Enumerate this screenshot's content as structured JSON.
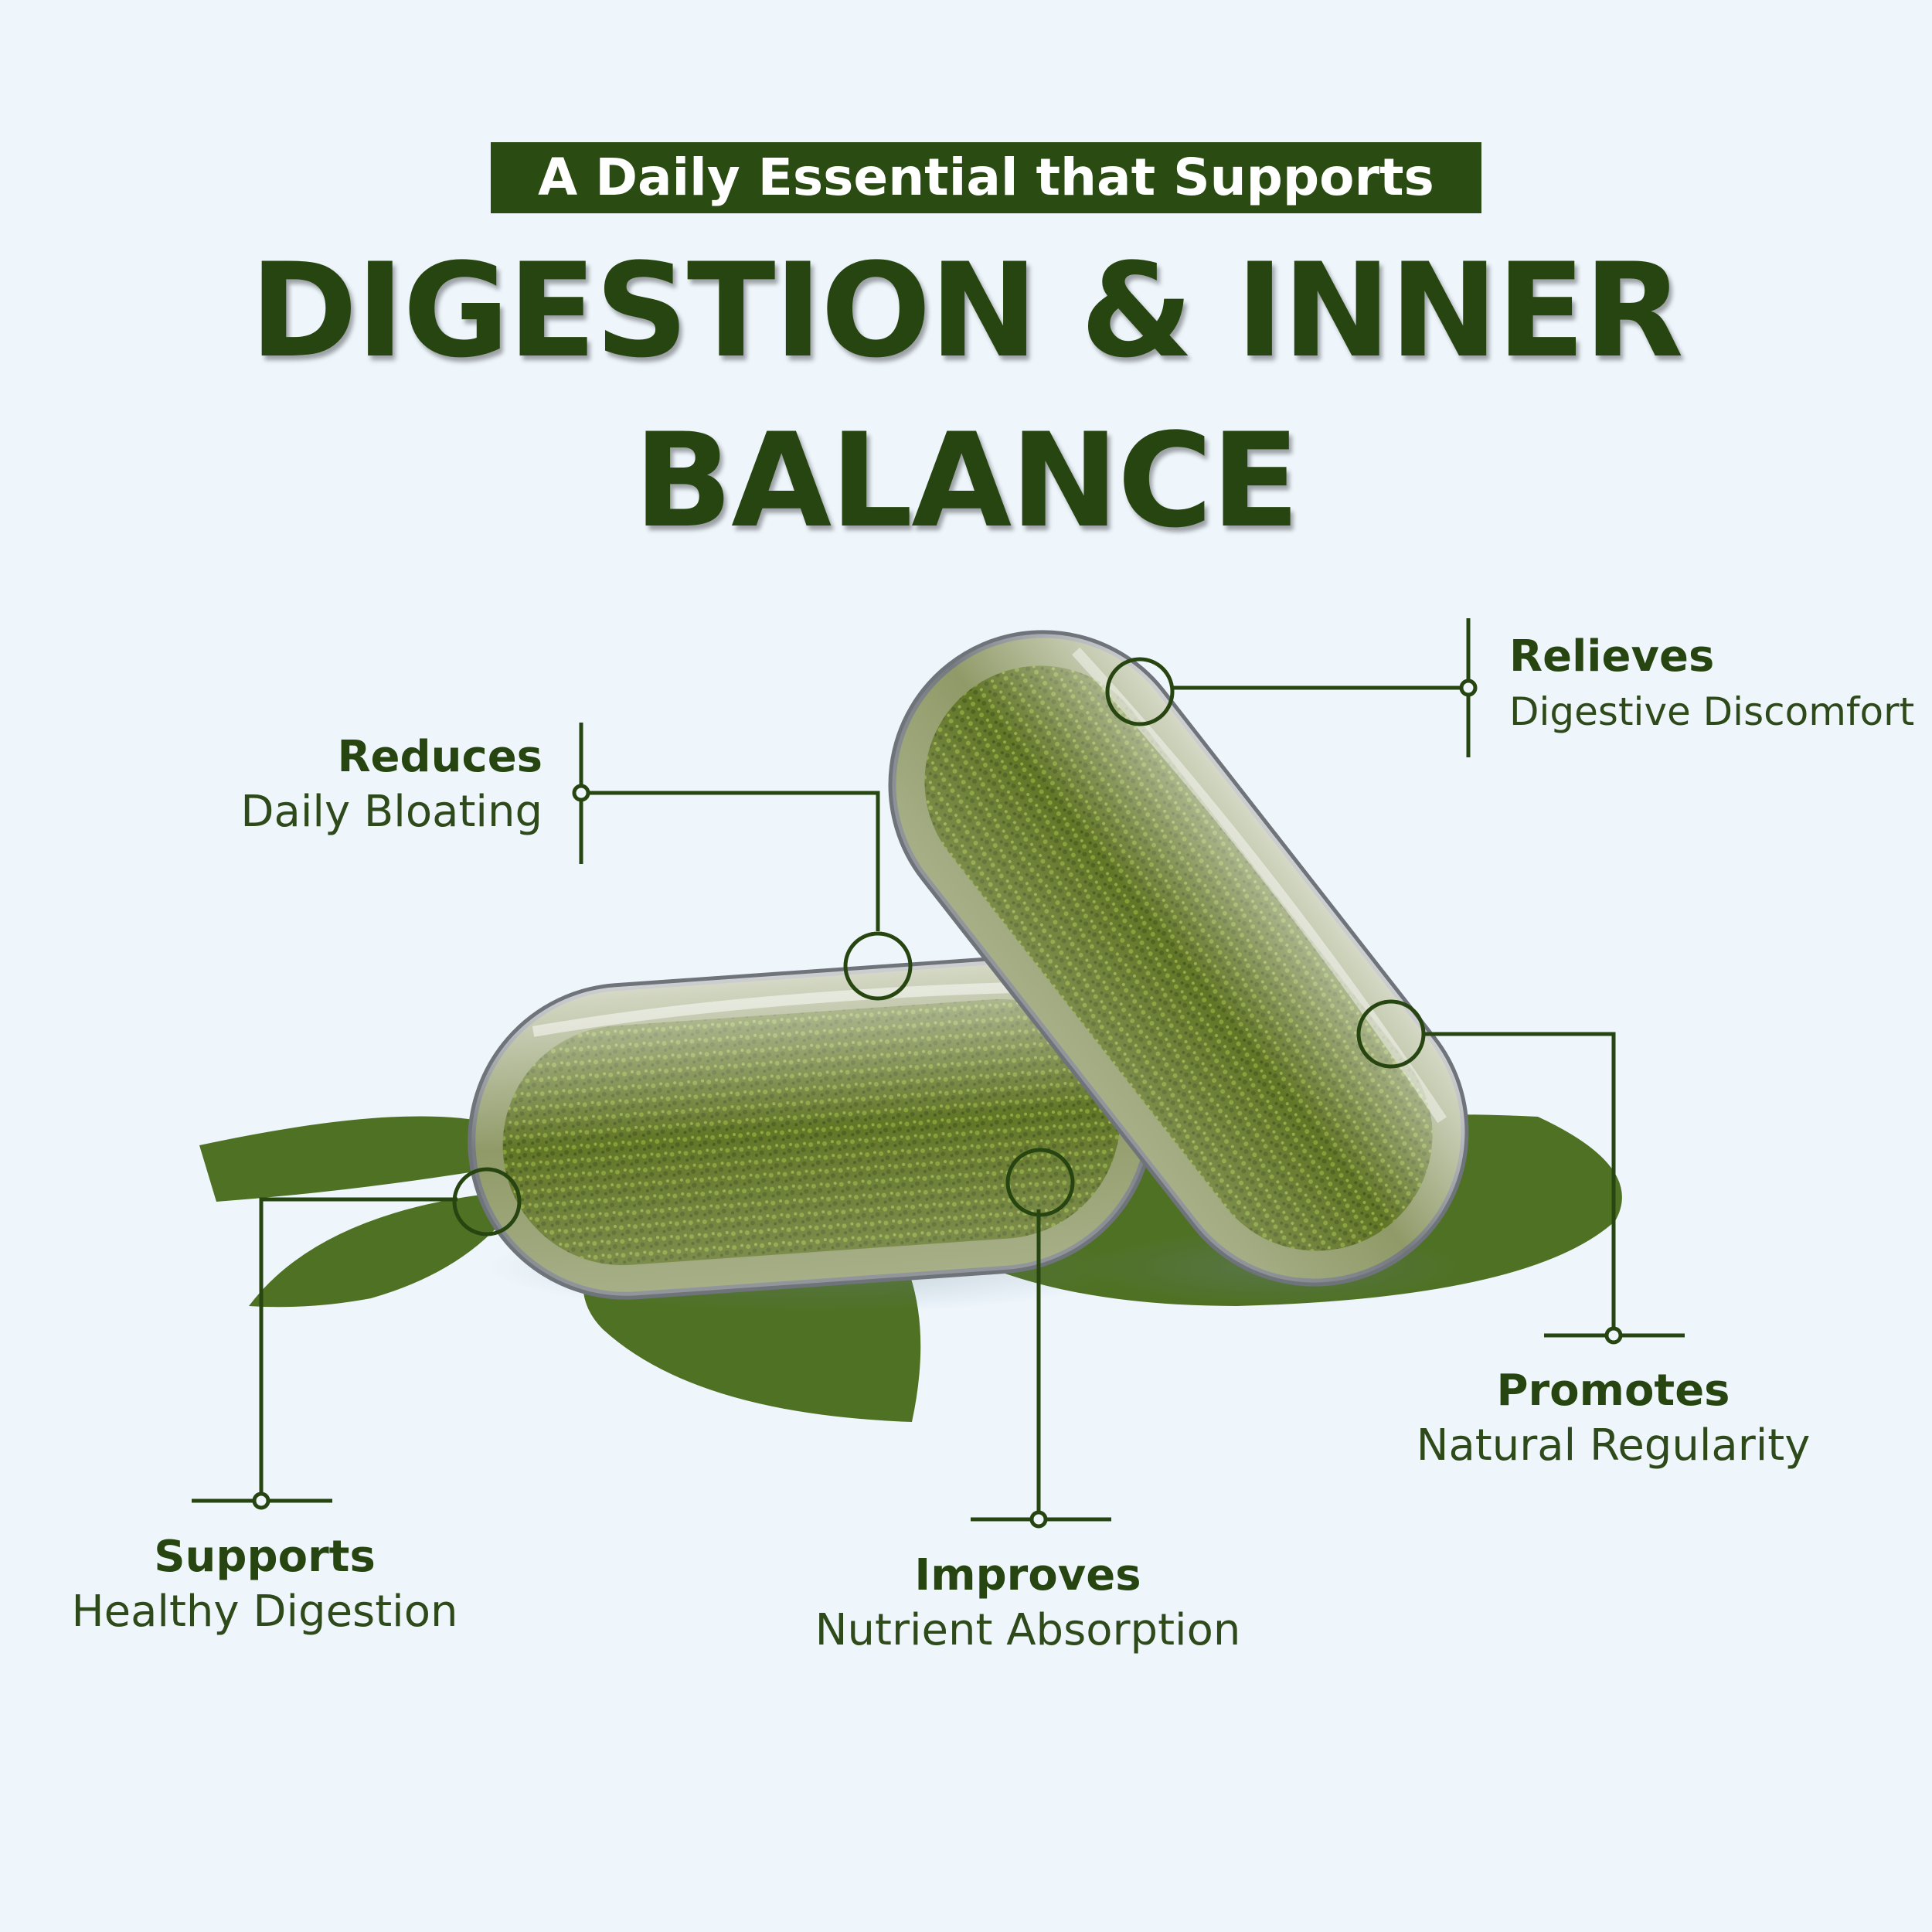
{
  "header": {
    "eyebrow": "A Daily Essential that Supports",
    "headline_line1": "DIGESTION & INNER",
    "headline_line2": "BALANCE"
  },
  "benefits": [
    {
      "title": "Reduces",
      "subtitle": "Daily Bloating"
    },
    {
      "title": "Relieves",
      "subtitle": "Digestive Discomfort"
    },
    {
      "title": "Supports",
      "subtitle": "Healthy Digestion"
    },
    {
      "title": "Improves",
      "subtitle": "Nutrient Absorption"
    },
    {
      "title": "Promotes",
      "subtitle": "Natural Regularity"
    }
  ],
  "colors": {
    "background": "#eef6fc",
    "primary_green": "#274510",
    "leaf_green": "#4e7123",
    "capsule_fill": "#6b7f2a"
  }
}
